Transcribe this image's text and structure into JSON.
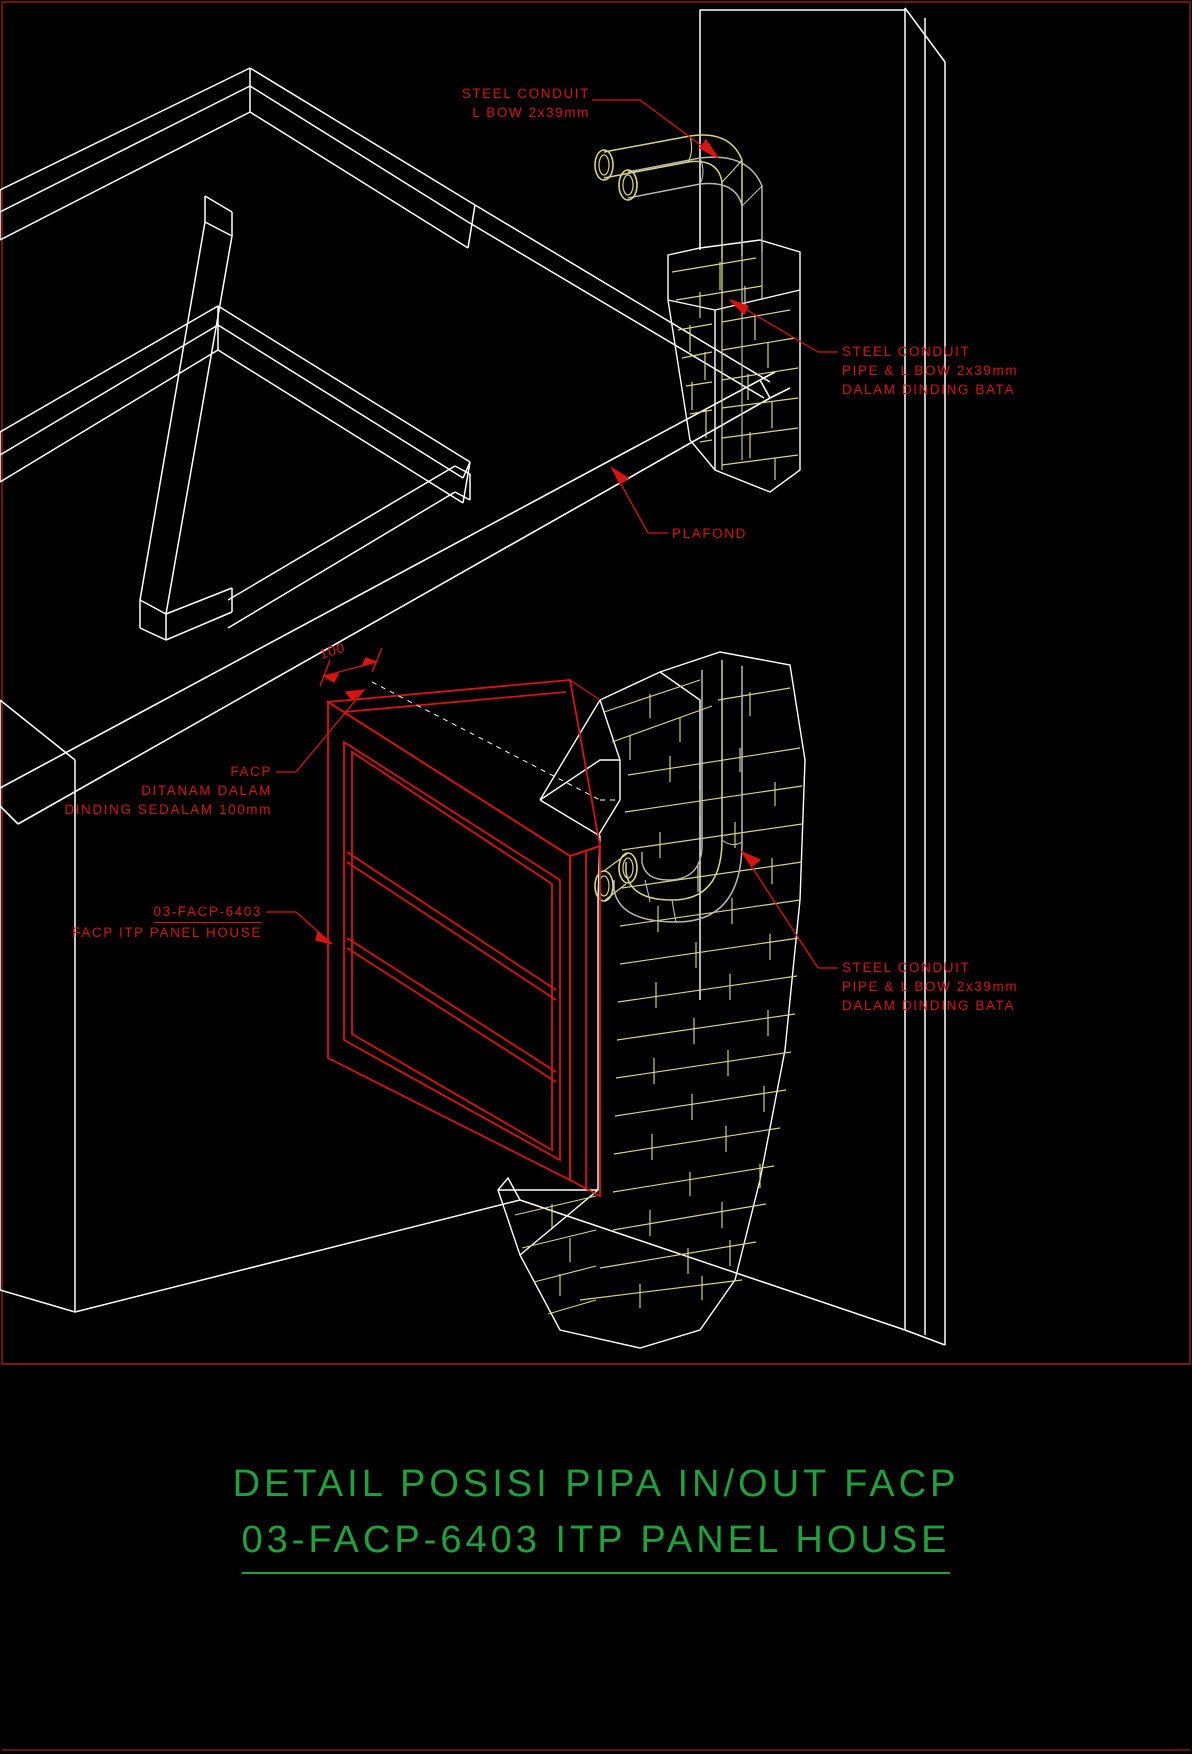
{
  "drawing": {
    "background_color": "#000000",
    "line_color_white": "#ffffff",
    "line_color_yellow": "#d9d67e",
    "line_color_red": "#d81410",
    "line_color_green": "#1ea23c",
    "border_color": "#8c1a12"
  },
  "annotations": {
    "conduit_top": {
      "line1": "STEEL CONDUIT",
      "line2": "L BOW 2x39mm"
    },
    "conduit_wall_upper": {
      "line1": "STEEL CONDUIT",
      "line2": "PIPE & L BOW 2x39mm",
      "line3": "DALAM DINDING BATA"
    },
    "conduit_wall_lower": {
      "line1": "STEEL CONDUIT",
      "line2": "PIPE & L BOW 2x39mm",
      "line3": "DALAM DINDING BATA"
    },
    "plafond": {
      "label": "PLAFOND"
    },
    "facp_recess": {
      "line1": "FACP",
      "line2": "DITANAM DALAM",
      "line3": "DINDING SEDALAM 100mm"
    },
    "panel_tag": {
      "line1": "03-FACP-6403",
      "line2": "FACP ITP PANEL HOUSE"
    },
    "dimension": {
      "value": "100"
    }
  },
  "title": {
    "line1": "DETAIL POSISI PIPA IN/OUT FACP",
    "line2": "03-FACP-6403 ITP PANEL HOUSE"
  }
}
